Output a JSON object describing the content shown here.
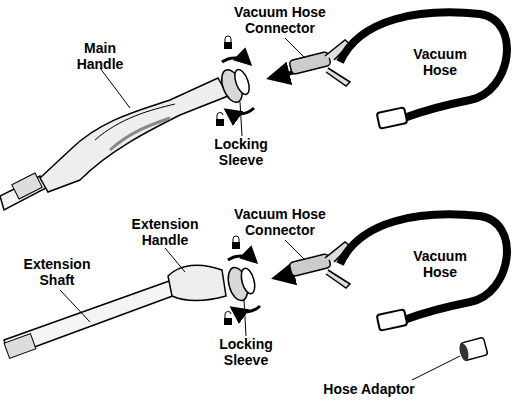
{
  "diagram": {
    "labels": [
      "Vacuum Hose Connector",
      "Main Handle",
      "Vacuum Hose",
      "Locking Sleeve",
      "Vacuum Hose Connector",
      "Extension Handle",
      "Vacuum Hose",
      "Extension Shaft",
      "Locking Sleeve",
      "Hose Adaptor"
    ]
  }
}
